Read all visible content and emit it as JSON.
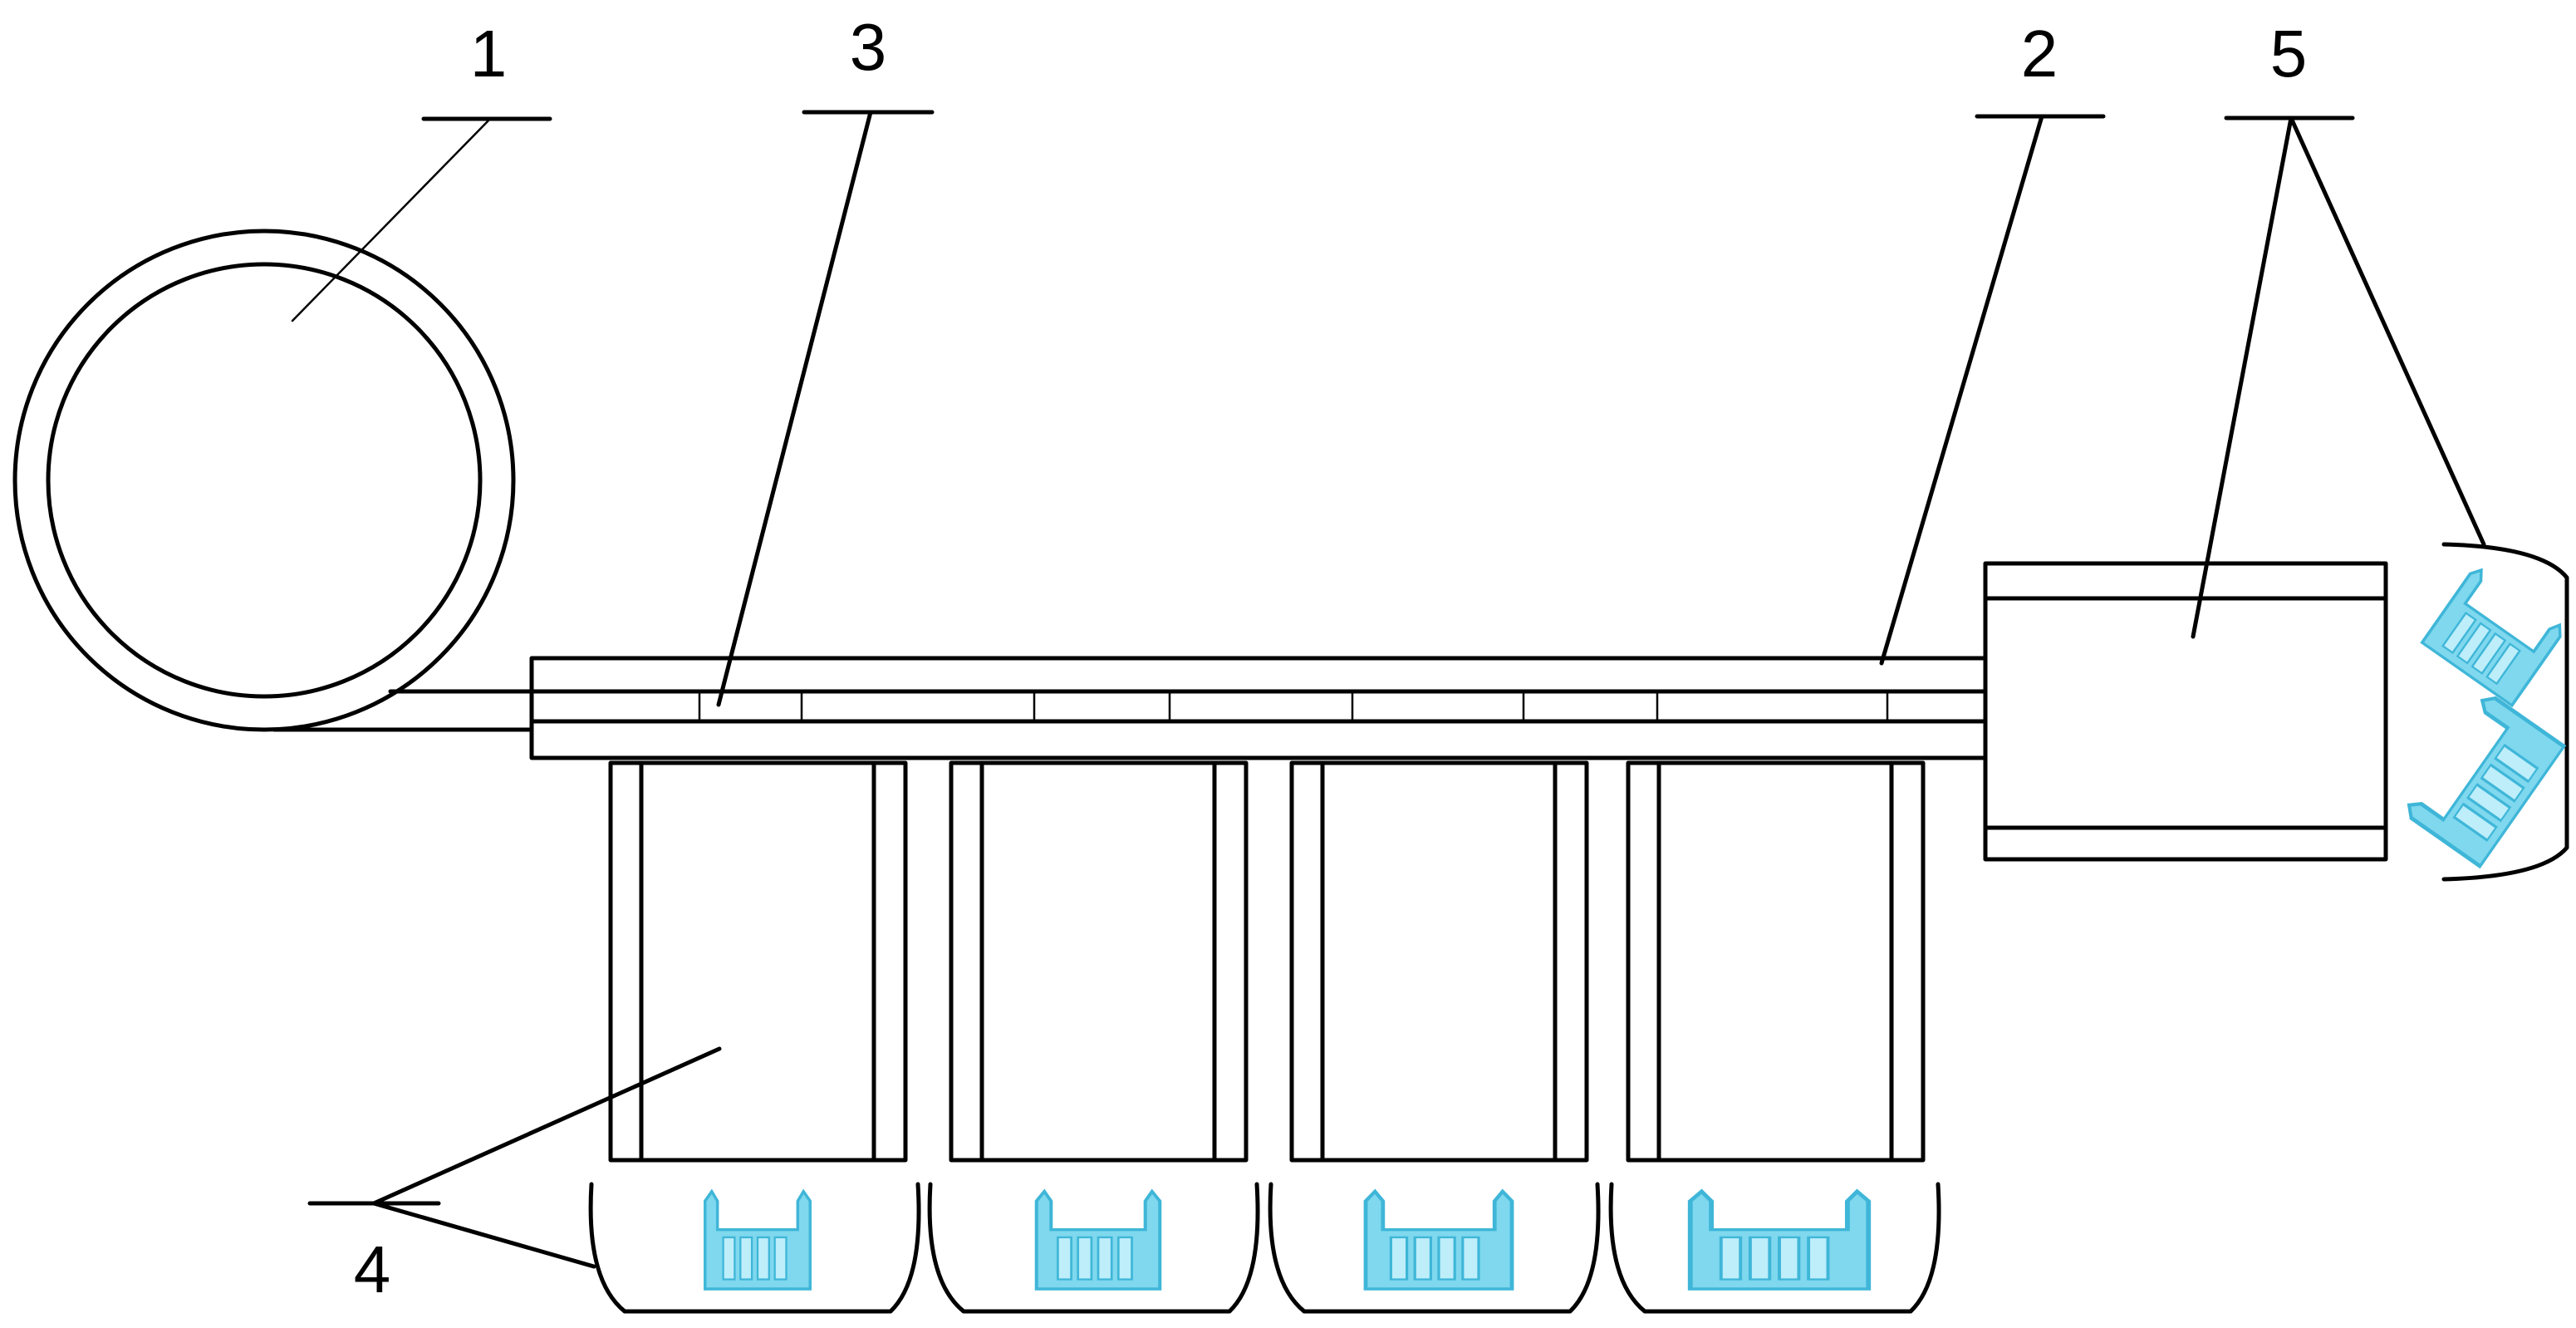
{
  "labels": {
    "label_1": "1",
    "label_2": "2",
    "label_3": "3",
    "label_4": "4",
    "label_5": "5"
  },
  "colors": {
    "line": "#000000",
    "part_fill": "#7fd8ee",
    "part_dark": "#3fb6d8",
    "part_light": "#bdeefa"
  },
  "icons": {
    "bin_part": "comb-connector-icon",
    "outlet_part": "comb-connector-icon"
  }
}
